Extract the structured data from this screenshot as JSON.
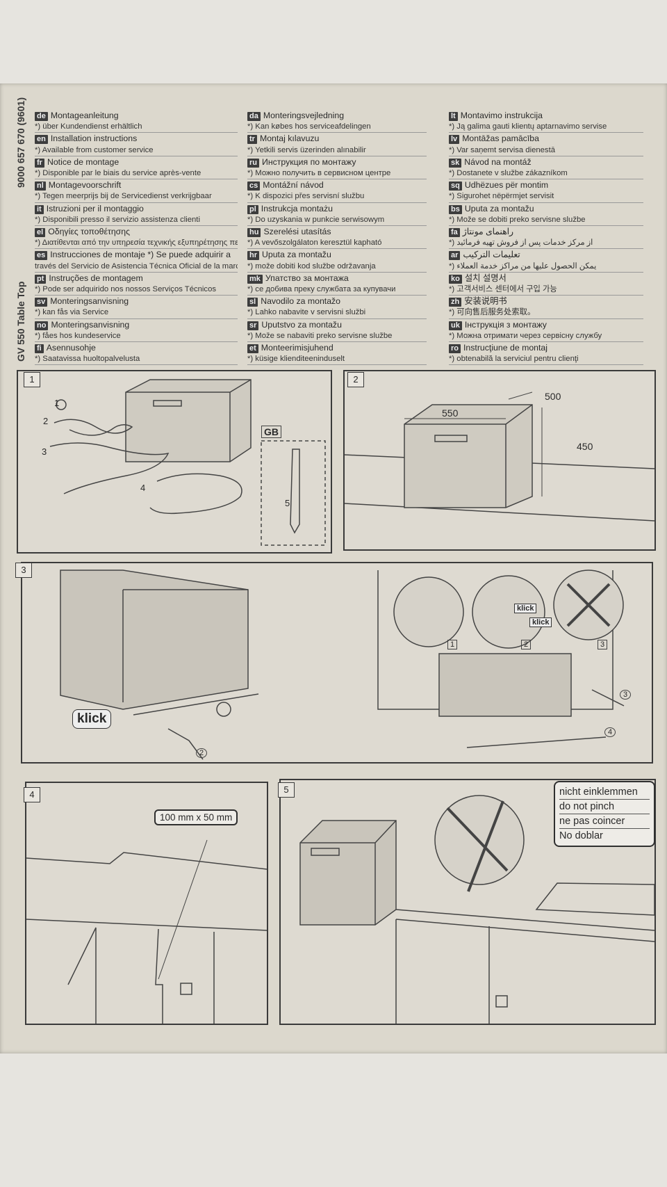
{
  "document": {
    "model_code": {
      "name": "GV 550 Table Top",
      "number": "9000 657 670 (9601)"
    },
    "col1": [
      {
        "tag": "de",
        "title": "Montageanleitung",
        "note": "*) über Kundendienst erhältlich"
      },
      {
        "tag": "en",
        "title": "Installation instructions",
        "note": "*) Available from customer service"
      },
      {
        "tag": "fr",
        "title": "Notice de montage",
        "note": "*) Disponible par le biais du service après-vente"
      },
      {
        "tag": "nl",
        "title": "Montagevoorschrift",
        "note": "*) Tegen meerprijs bij de Servicedienst verkrijgbaar"
      },
      {
        "tag": "it",
        "title": "Istruzioni per il montaggio",
        "note": "*) Disponibili presso il servizio assistenza clienti"
      },
      {
        "tag": "el",
        "title": "Οδηγίες τοποθέτησης",
        "note": "*) Διατίθενται από την υπηρεσία τεχνικής εξυπηρέτησης πελατών"
      },
      {
        "tag": "es",
        "title": "Instrucciones de montaje *) Se puede adquirir a",
        "note": "través del Servicio de Asistencia Técnica Oficial de la marca"
      },
      {
        "tag": "pt",
        "title": "Instruções de montagem",
        "note": "*) Pode ser adquirido nos nossos Serviços Técnicos"
      },
      {
        "tag": "sv",
        "title": "Monteringsanvisning",
        "note": "*) kan fås via Service"
      },
      {
        "tag": "no",
        "title": "Monteringsanvisning",
        "note": "*) fåes hos kundeservice"
      },
      {
        "tag": "fi",
        "title": "Asennusohje",
        "note": "*) Saatavissa huoltopalvelusta"
      }
    ],
    "col2": [
      {
        "tag": "da",
        "title": "Monteringsvejledning",
        "note": "*) Kan købes hos serviceafdelingen"
      },
      {
        "tag": "tr",
        "title": "Montaj kılavuzu",
        "note": "*) Yetkili servis üzerinden alınabilir"
      },
      {
        "tag": "ru",
        "title": "Инструкция по монтажу",
        "note": "*) Можно получить в сервисном центре"
      },
      {
        "tag": "cs",
        "title": "Montážní návod",
        "note": "*) K dispozici přes servisní službu"
      },
      {
        "tag": "pl",
        "title": "Instrukcja montażu",
        "note": "*) Do uzyskania w punkcie serwisowym"
      },
      {
        "tag": "hu",
        "title": "Szerelési utasítás",
        "note": "*) A vevőszolgálaton keresztül kapható"
      },
      {
        "tag": "hr",
        "title": "Uputa za montažu",
        "note": "*) može dobiti kod službe održavanja"
      },
      {
        "tag": "mk",
        "title": "Упатство за монтажа",
        "note": "*) се добива преку службата за купувачи"
      },
      {
        "tag": "sl",
        "title": "Navodilo za montažo",
        "note": "*) Lahko nabavite v servisni službi"
      },
      {
        "tag": "sr",
        "title": "Uputstvo za montažu",
        "note": "*) Može se nabaviti preko servisne službe"
      },
      {
        "tag": "et",
        "title": "Monteerimisjuhend",
        "note": "*) küsige klienditeeninduselt"
      }
    ],
    "col3": [
      {
        "tag": "lt",
        "title": "Montavimo instrukcija",
        "note": "*) Ją galima gauti klientų aptarnavimo servise"
      },
      {
        "tag": "lv",
        "title": "Montāžas pamācība",
        "note": "*) Var saņemt servisa dienestā"
      },
      {
        "tag": "sk",
        "title": "Návod na montáž",
        "note": "*) Dostanete v službe zákazníkom"
      },
      {
        "tag": "sq",
        "title": "Udhëzues për montim",
        "note": "*) Sigurohet nëpërmjet servisit"
      },
      {
        "tag": "bs",
        "title": "Uputa za montažu",
        "note": "*) Može se dobiti preko servisne službe"
      },
      {
        "tag": "fa",
        "title": "راهنمای مونتاژ",
        "note": "*) از مرکز خدمات پس از فروش تهیه فرمائید"
      },
      {
        "tag": "ar",
        "title": "تعليمات التركيب",
        "note": "*) يمكن الحصول عليها من مراكز خدمة العملاء"
      },
      {
        "tag": "ko",
        "title": "설치 설명서",
        "note": "*) 고객서비스 센터에서 구입 가능"
      },
      {
        "tag": "zh",
        "title": "安装说明书",
        "note": "*) 可向售后服务处索取。"
      },
      {
        "tag": "uk",
        "title": "Інструкція з монтажу",
        "note": "*) Можна отримати через сервісну службу"
      },
      {
        "tag": "ro",
        "title": "Instrucţiune de montaj",
        "note": "*) obtenabilă la serviciul pentru clienţi"
      }
    ],
    "steps": {
      "s1": "1",
      "s2": "2",
      "s3": "3",
      "s4": "4",
      "s5": "5",
      "parts": [
        "1",
        "2",
        "3",
        "4",
        "5"
      ],
      "gb_label": "GB",
      "dim_width": "550",
      "dim_depth": "500",
      "dim_height": "450",
      "klick": "klick",
      "s3_callouts": [
        "1",
        "2",
        "3"
      ],
      "s3_connections": [
        "2",
        "3",
        "4"
      ],
      "cutout": "100 mm x 50 mm",
      "warnings": [
        "nicht einklemmen",
        "do not pinch",
        "ne pas coincer",
        "No doblar"
      ]
    }
  }
}
